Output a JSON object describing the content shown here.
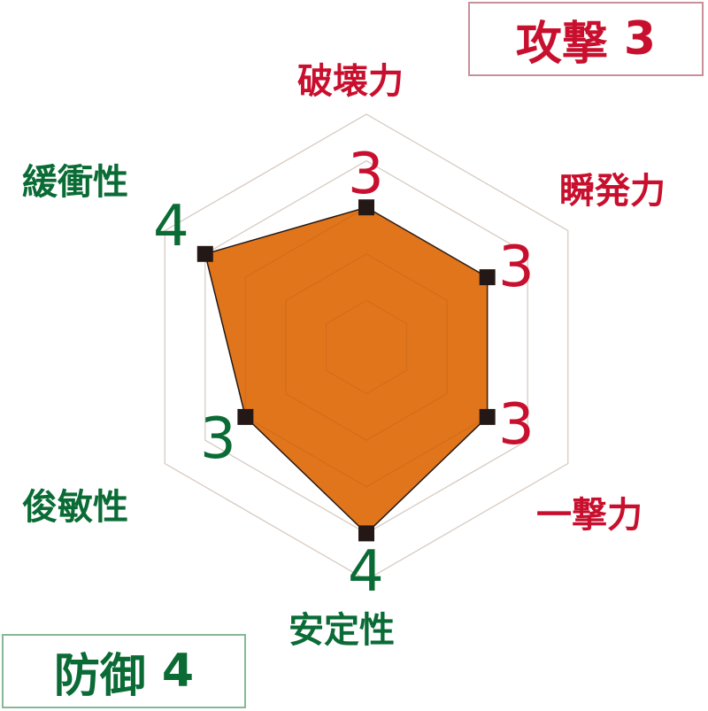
{
  "boxes": {
    "attack": {
      "label": "攻撃",
      "value": "3",
      "color": "#c8102e"
    },
    "defense": {
      "label": "防御",
      "value": "4",
      "color": "#0a6b35"
    }
  },
  "axes": [
    {
      "label": "破壊力",
      "value": "3",
      "group": "attack"
    },
    {
      "label": "瞬発力",
      "value": "3",
      "group": "attack"
    },
    {
      "label": "一撃力",
      "value": "3",
      "group": "attack"
    },
    {
      "label": "安定性",
      "value": "4",
      "group": "defense"
    },
    {
      "label": "俊敏性",
      "value": "3",
      "group": "defense"
    },
    {
      "label": "緩衝性",
      "value": "4",
      "group": "defense"
    }
  ],
  "colors": {
    "attack": "#c8102e",
    "defense": "#0a6b35",
    "fill": "#e0751c",
    "marker": "#231815",
    "grid": "#e3e3e3"
  },
  "chart_data": {
    "type": "radar",
    "title": "",
    "categories": [
      "破壊力",
      "瞬発力",
      "一撃力",
      "安定性",
      "俊敏性",
      "緩衝性"
    ],
    "values": [
      3,
      3,
      3,
      4,
      3,
      4
    ],
    "range": [
      0,
      5
    ],
    "grid_levels": 5,
    "groups": {
      "攻撃": {
        "score": 3,
        "axes": [
          "破壊力",
          "瞬発力",
          "一撃力"
        ]
      },
      "防御": {
        "score": 4,
        "axes": [
          "安定性",
          "俊敏性",
          "緩衝性"
        ]
      }
    }
  }
}
